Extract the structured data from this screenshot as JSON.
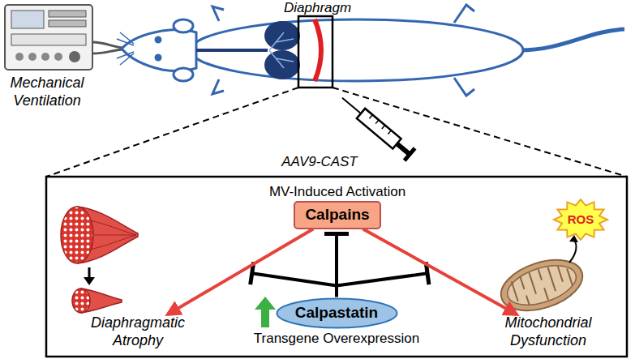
{
  "diagram": {
    "nodes": [
      {
        "text": [
          "MV-Induced Activation",
          "Calpains"
        ]
      },
      {
        "text": [
          "Diaphragmatic Atrophy"
        ]
      },
      {
        "text": [
          "Mitochondrial Dysfunction"
        ]
      },
      {
        "text": [
          "ROS"
        ]
      },
      {
        "text": [
          "Calpastatin",
          "Transgene Overexpression"
        ]
      }
    ],
    "edges": [
      {
        "from": 0,
        "to": 1,
        "arrow": "to"
      },
      {
        "from": 0,
        "to": 2,
        "arrow": "to"
      },
      {
        "from": 4,
        "to": 0,
        "arrow": "to"
      }
    ],
    "labels": [
      "Diaphragm",
      "Mechanical Ventilation",
      "AAV9-CAST"
    ]
  }
}
